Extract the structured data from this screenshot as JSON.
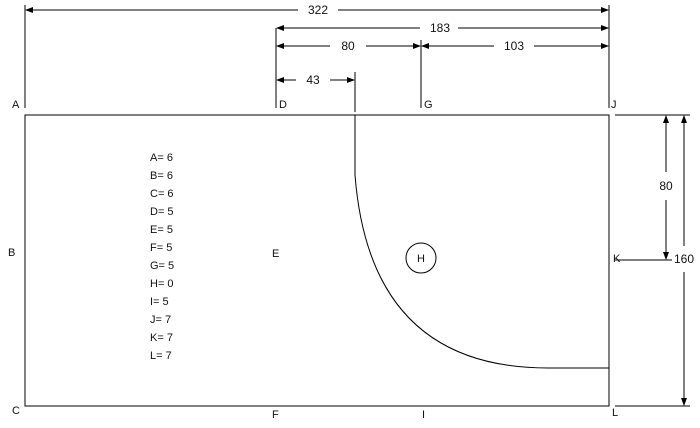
{
  "dimensions": {
    "total_width": "322",
    "right_span": "183",
    "mid_span": "80",
    "right_part": "103",
    "small_span": "43",
    "half_height": "80",
    "total_height": "160"
  },
  "points": {
    "A": "A",
    "B": "B",
    "C": "C",
    "D": "D",
    "E": "E",
    "F": "F",
    "G": "G",
    "H": "H",
    "I": "I",
    "J": "J",
    "K": "K",
    "L": "L"
  },
  "values": [
    "A= 6",
    "B= 6",
    "C= 6",
    "D= 5",
    "E= 5",
    "F= 5",
    "G= 5",
    "H= 0",
    "I= 5",
    "J= 7",
    "K= 7",
    "L= 7"
  ]
}
